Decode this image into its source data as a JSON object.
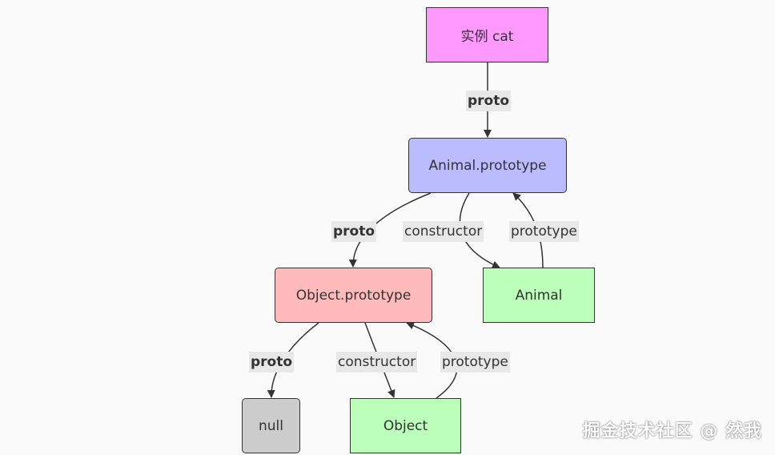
{
  "nodes": {
    "instance": {
      "label": "实例 cat",
      "fill": "#ff99ff"
    },
    "animal_prototype": {
      "label": "Animal.prototype",
      "fill": "#bbbbff"
    },
    "object_prototype": {
      "label": "Object.prototype",
      "fill": "#ffbbbb"
    },
    "animal": {
      "label": "Animal",
      "fill": "#bbffbb"
    },
    "null": {
      "label": "null",
      "fill": "#cccccc"
    },
    "object": {
      "label": "Object",
      "fill": "#bbffbb"
    }
  },
  "edges": {
    "cat_proto": "proto",
    "animal_proto_proto": "proto",
    "animal_constructor": "constructor",
    "animal_prototype": "prototype",
    "object_proto_proto": "proto",
    "object_constructor": "constructor",
    "object_prototype": "prototype"
  },
  "watermark": "掘金技术社区 @ 然我"
}
